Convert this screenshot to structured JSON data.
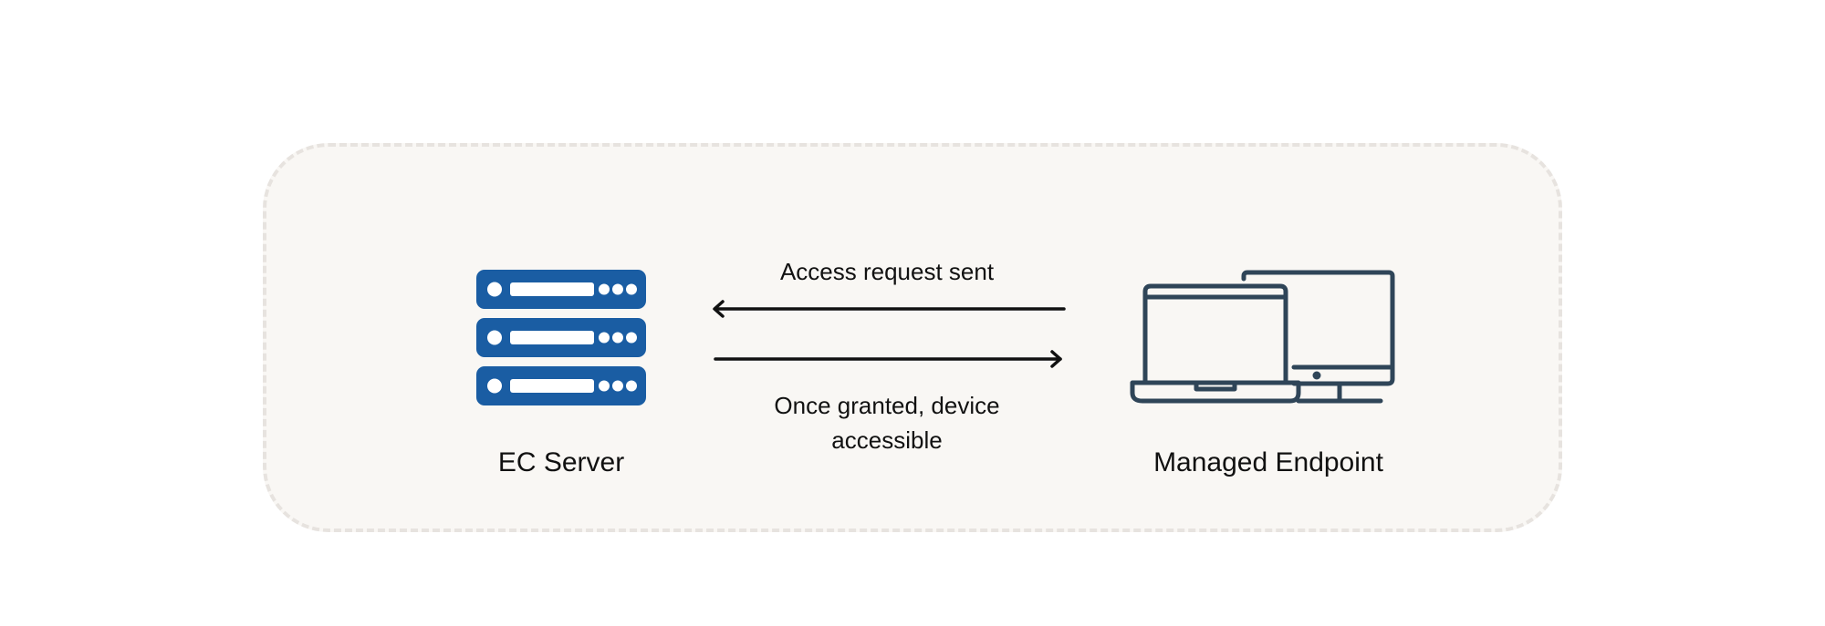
{
  "diagram": {
    "nodes": {
      "server": {
        "label": "EC Server",
        "icon": "server-rack-icon",
        "color": "#1a5da3"
      },
      "endpoint": {
        "label": "Managed Endpoint",
        "icon": "laptop-desktop-icon",
        "color": "#2f4558"
      }
    },
    "flows": {
      "request": {
        "label": "Access request sent",
        "direction": "endpoint-to-server"
      },
      "granted": {
        "label": "Once granted, device accessible",
        "direction": "server-to-endpoint"
      }
    },
    "colors": {
      "panel_background": "#f9f7f4",
      "panel_border": "#e7e3df",
      "arrow": "#111111"
    }
  }
}
